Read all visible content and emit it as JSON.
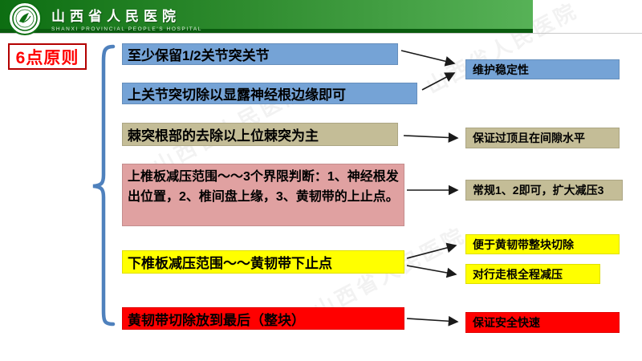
{
  "header": {
    "hospital_name": "山西省人民医院",
    "hospital_name_en": "SHANXI PROVINCIAL PEOPLE'S HOSPITAL"
  },
  "title": "6点原则",
  "principles": [
    {
      "text": "至少保留1/2关节突关节",
      "color": "#75a3d6"
    },
    {
      "text": "上关节突切除以显露神经根边缘即可",
      "color": "#75a3d6"
    },
    {
      "text": "棘突根部的去除以上位棘突为主",
      "color": "#c4bd97"
    },
    {
      "text": "上椎板减压范围～～3个界限判断：1、神经根发出位置，2、椎间盘上缘，3、黄韧带的上止点。",
      "color": "#e0a1a1"
    },
    {
      "text": "下椎板减压范围～～黄韧带下止点",
      "color": "#ffff00"
    },
    {
      "text": "黄韧带切除放到最后（整块）",
      "color": "#ff0000"
    }
  ],
  "outcomes": [
    {
      "text": "维护稳定性",
      "color": "#75a3d6"
    },
    {
      "text": "保证过顶且在间隙水平",
      "color": "#c4bd97"
    },
    {
      "text": "常规1、2即可，扩大减压3",
      "color": "#c4bd97"
    },
    {
      "text": "便于黄韧带整块切除",
      "color": "#ffff00"
    },
    {
      "text": "对行走根全程减压",
      "color": "#ffff00"
    },
    {
      "text": "保证安全快速",
      "color": "#ff0000"
    }
  ],
  "colors": {
    "header_green_dark": "#0d6e12",
    "header_green_light": "#57b257",
    "title_red": "#ff0000",
    "brace_blue": "#4f81bd",
    "arrow_black": "#1a1a1a"
  }
}
